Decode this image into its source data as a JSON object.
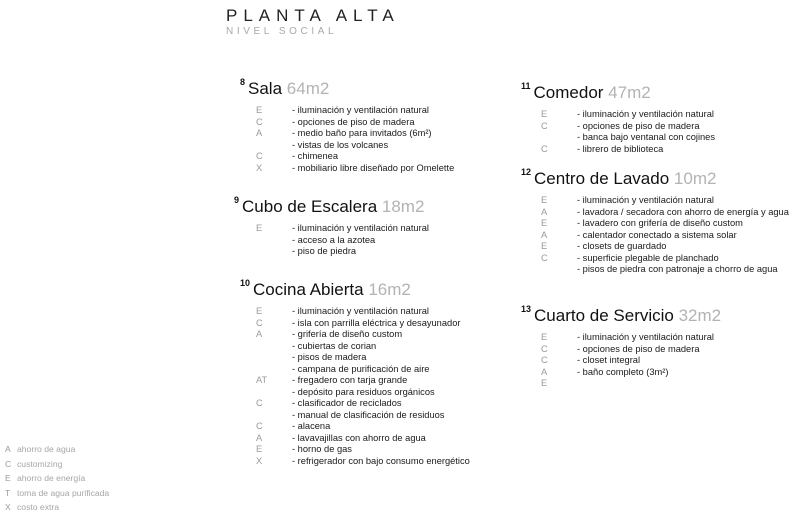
{
  "header": {
    "title": "PLANTA ALTA",
    "subtitle": "NIVEL SOCIAL"
  },
  "sections": [
    {
      "num": "8",
      "name": "Sala",
      "area": "64m2",
      "rows": [
        {
          "code": "E",
          "item": "- iluminación y ventilación natural"
        },
        {
          "code": "C",
          "item": "- opciones de piso de madera"
        },
        {
          "code": "A",
          "item": "- medio baño para invitados (6m²)"
        },
        {
          "code": "",
          "item": "- vistas de los volcanes"
        },
        {
          "code": "C",
          "item": "- chimenea"
        },
        {
          "code": "X",
          "item": "- mobiliario libre diseñado por Omelette"
        }
      ]
    },
    {
      "num": "9",
      "name": "Cubo de Escalera",
      "area": "18m2",
      "rows": [
        {
          "code": "E",
          "item": "- iluminación y ventilación natural"
        },
        {
          "code": "",
          "item": "- acceso a la azotea"
        },
        {
          "code": "",
          "item": "- piso de piedra"
        }
      ]
    },
    {
      "num": "10",
      "name": "Cocina Abierta",
      "area": "16m2",
      "rows": [
        {
          "code": "E",
          "item": "- iluminación y ventilación natural"
        },
        {
          "code": "C",
          "item": "- isla con parrilla eléctrica y desayunador"
        },
        {
          "code": "A",
          "item": "- grifería de diseño custom"
        },
        {
          "code": "",
          "item": "- cubiertas de corian"
        },
        {
          "code": "",
          "item": "- pisos de madera"
        },
        {
          "code": "",
          "item": "- campana de purificación de aire"
        },
        {
          "code": "AT",
          "item": "- fregadero con tarja grande"
        },
        {
          "code": "",
          "item": "- depósito para residuos orgánicos"
        },
        {
          "code": "C",
          "item": "- clasificador de reciclados"
        },
        {
          "code": "",
          "item": "- manual de clasificación de residuos"
        },
        {
          "code": "C",
          "item": "- alacena"
        },
        {
          "code": "A",
          "item": "- lavavajillas con ahorro de agua"
        },
        {
          "code": "E",
          "item": "- horno de gas"
        },
        {
          "code": "X",
          "item": "- refrigerador con bajo consumo energético"
        }
      ]
    },
    {
      "num": "11",
      "name": "Comedor",
      "area": "47m2",
      "rows": [
        {
          "code": "E",
          "item": "- iluminación y ventilación natural"
        },
        {
          "code": "C",
          "item": "- opciones de piso de madera"
        },
        {
          "code": "",
          "item": "- banca bajo ventanal con cojines"
        },
        {
          "code": "C",
          "item": "- librero de biblioteca"
        }
      ]
    },
    {
      "num": "12",
      "name": "Centro de Lavado",
      "area": "10m2",
      "rows": [
        {
          "code": "E",
          "item": "- iluminación y ventilación natural"
        },
        {
          "code": "A",
          "item": "- lavadora / secadora con ahorro de energía y agua"
        },
        {
          "code": "E",
          "item": "- lavadero con grifería de diseño custom"
        },
        {
          "code": "A",
          "item": "- calentador conectado a sistema solar"
        },
        {
          "code": "E",
          "item": "- closets de guardado"
        },
        {
          "code": "C",
          "item": "- superficie plegable de planchado"
        },
        {
          "code": "",
          "item": "- pisos de piedra con patronaje a chorro de agua"
        }
      ]
    },
    {
      "num": "13",
      "name": "Cuarto de Servicio",
      "area": "32m2",
      "rows": [
        {
          "code": "E",
          "item": "- iluminación y ventilación natural"
        },
        {
          "code": "C",
          "item": "- opciones de piso de madera"
        },
        {
          "code": "C",
          "item": "- closet integral"
        },
        {
          "code": "A",
          "item": "- baño completo (3m²)"
        },
        {
          "code": "E",
          "item": ""
        }
      ]
    }
  ],
  "legend": [
    {
      "code": "A",
      "label": "ahorro de agua"
    },
    {
      "code": "C",
      "label": "customizing"
    },
    {
      "code": "E",
      "label": "ahorro de energía"
    },
    {
      "code": "T",
      "label": "toma de agua purificada"
    },
    {
      "code": "X",
      "label": "costo extra"
    }
  ]
}
